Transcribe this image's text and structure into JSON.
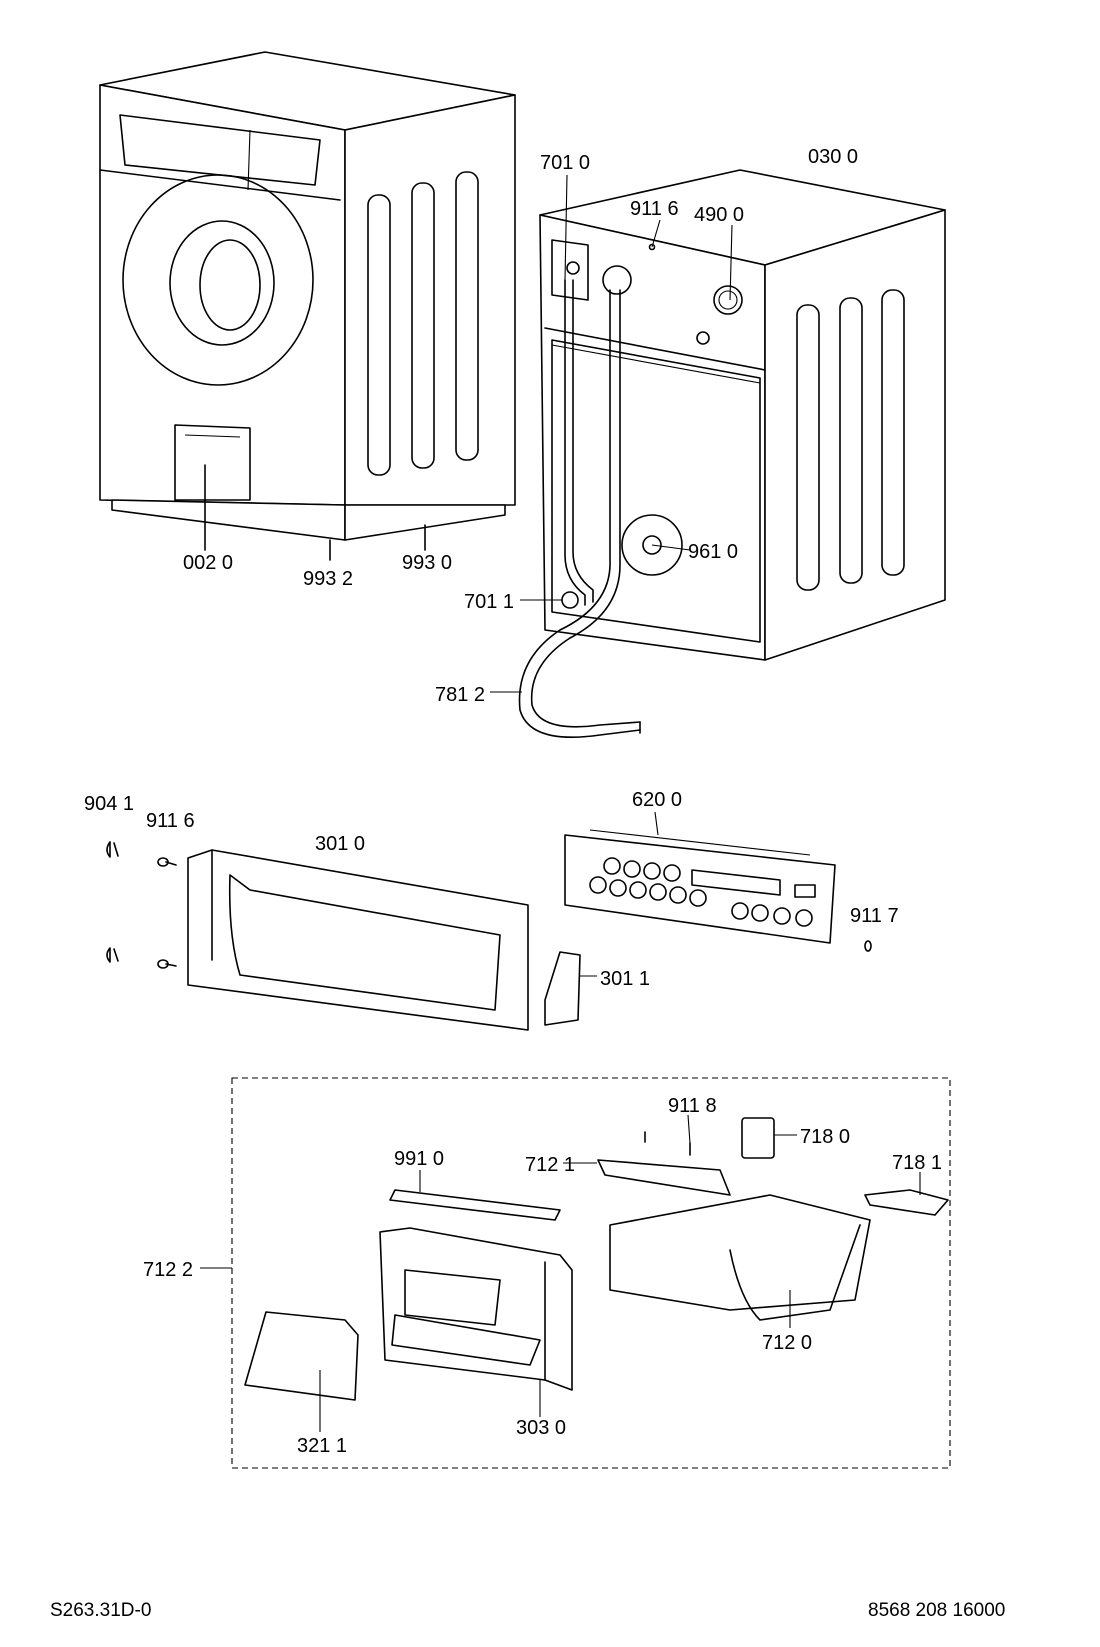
{
  "labels": {
    "p0020": "002 0",
    "p9932": "993 2",
    "p9930": "993 0",
    "p7010": "701 0",
    "p0300": "030 0",
    "p9116a": "911 6",
    "p4900": "490 0",
    "p9610": "961 0",
    "p7011": "701 1",
    "p7812": "781 2",
    "p9041": "904 1",
    "p9116b": "911 6",
    "p3010": "301 0",
    "p6200": "620 0",
    "p9117": "911 7",
    "p3011": "301 1",
    "p9118": "911 8",
    "p7180": "718 0",
    "p9910": "991 0",
    "p7121": "712 1",
    "p7181": "718 1",
    "p7122": "712 2",
    "p7120": "712 0",
    "p3211": "321 1",
    "p3030": "303 0"
  },
  "footer": {
    "left_code": "S263.31D-0",
    "right_code": "8568 208 16000"
  }
}
